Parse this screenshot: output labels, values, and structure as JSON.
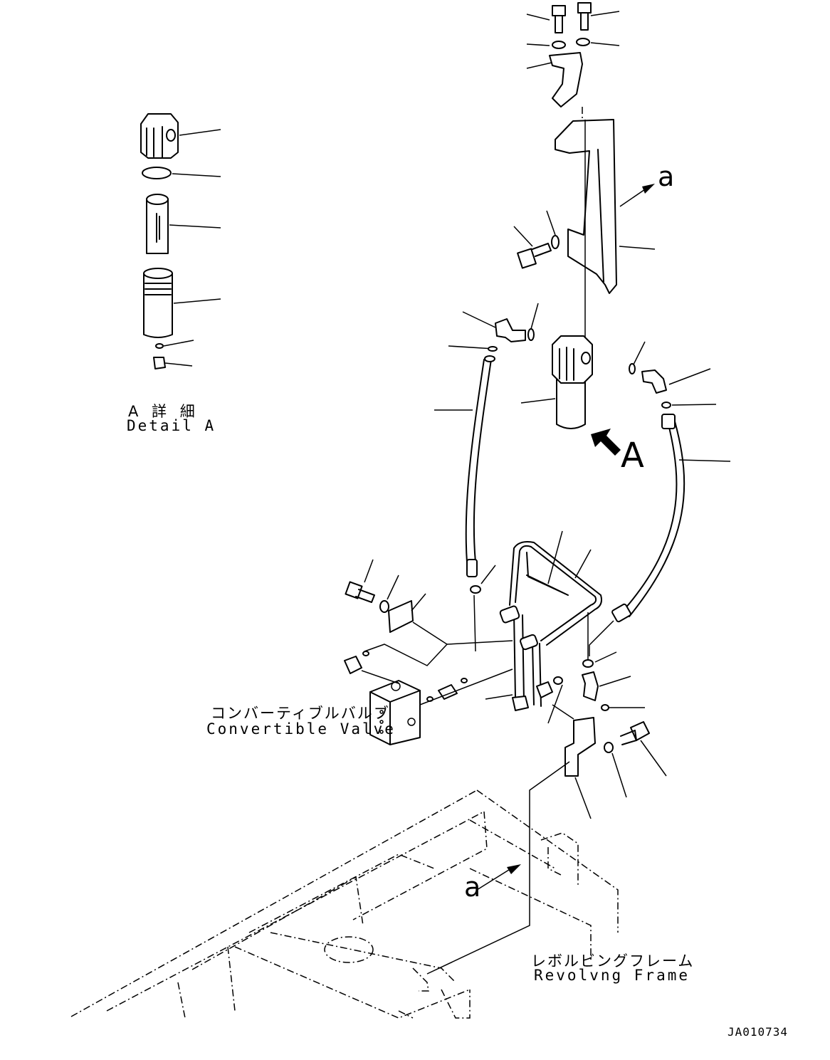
{
  "labels": {
    "detail_jp": "A 詳 細",
    "detail_en": "Detail A",
    "valve_jp": "コンバーティブルバルブ",
    "valve_en": "Convertible Valve",
    "frame_jp": "レボルビングフレーム",
    "frame_en": "Revolvng Frame",
    "view_marker": "A",
    "arrow_top": "a",
    "arrow_bottom": "a",
    "drawing_code": "JA010734"
  }
}
